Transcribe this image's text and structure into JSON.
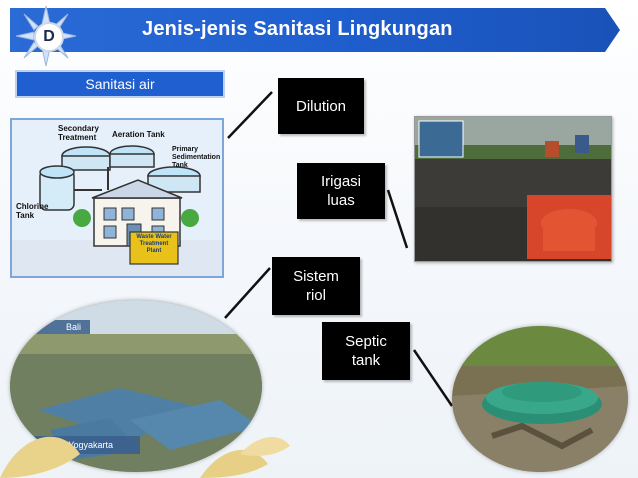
{
  "header": {
    "badge": "D",
    "title": "Jenis-jenis Sanitasi Lingkungan"
  },
  "subtitle": "Sanitasi air",
  "boxes": {
    "dilution": "Dilution",
    "irigasi": "Irigasi\nluas",
    "sistem": "Sistem\nriol",
    "septic": "Septic\ntank"
  },
  "diagram_labels": {
    "secondary": "Secondary\nTreatment",
    "aeration": "Aeration Tank",
    "primary": "Primary\nSedimentation\nTank",
    "chlorine": "Chlorine\nTank",
    "plant": "Waste Water\nTreatment\nPlant"
  },
  "photo_captions": {
    "bali": "Bali",
    "sewon": "Sewon, Yogyakarta"
  },
  "colors": {
    "banner": "#1f5fcf",
    "box": "#000000",
    "text_light": "#ffffff"
  }
}
